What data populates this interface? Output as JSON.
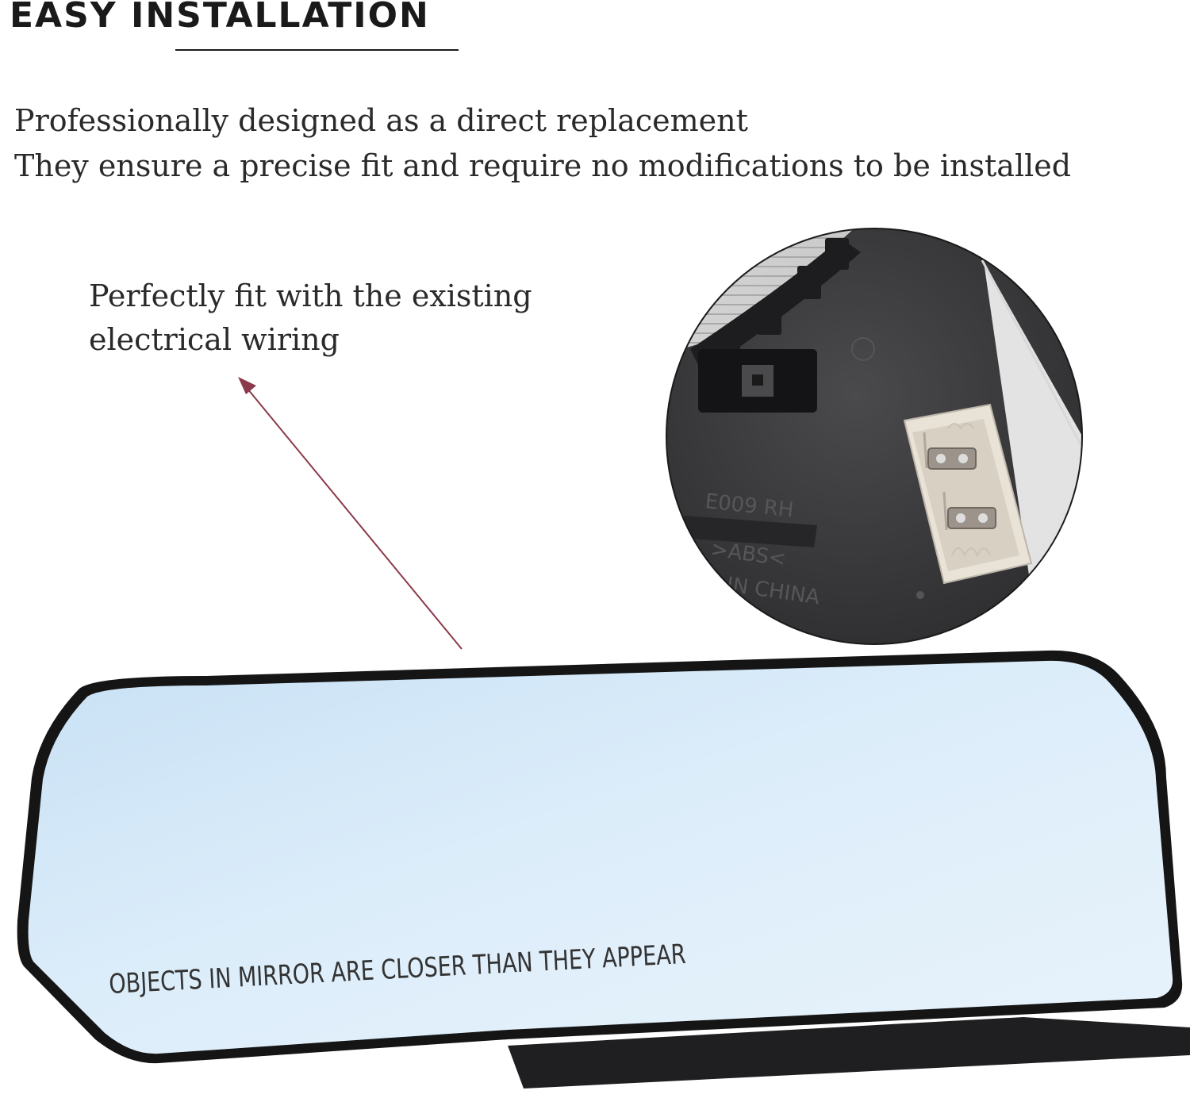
{
  "heading": "EASY INSTALLATION",
  "intro_lines": [
    "Professionally designed as a direct replacement",
    "They ensure a precise fit and require no modifications to be installed"
  ],
  "callout_lines": [
    "Perfectly fit with the existing",
    "electrical wiring"
  ],
  "detail_inset": {
    "part_code": "E009 RH",
    "material": ">ABS<",
    "origin": "IN CHINA"
  },
  "mirror_warning": "OBJECTS IN MIRROR ARE CLOSER THAN THEY APPEAR",
  "colors": {
    "text": "#2a2a2a",
    "arrow": "#8a3a4a",
    "glass": "#d9ecf9",
    "frame": "#151515",
    "backplate": "#3a3a3c"
  }
}
